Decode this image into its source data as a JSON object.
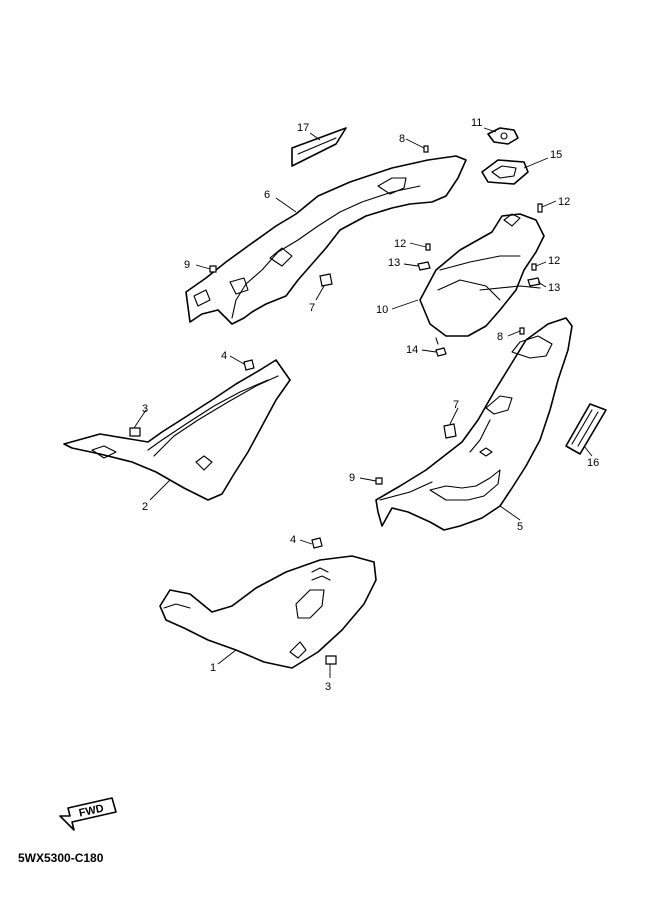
{
  "diagram_code": "5WX5300-C180",
  "fwd_label": "FWD",
  "callouts": [
    {
      "id": "c17",
      "label": "17"
    },
    {
      "id": "c8a",
      "label": "8"
    },
    {
      "id": "c11",
      "label": "11"
    },
    {
      "id": "c15",
      "label": "15"
    },
    {
      "id": "c6",
      "label": "6"
    },
    {
      "id": "c12a",
      "label": "12"
    },
    {
      "id": "c12b",
      "label": "12"
    },
    {
      "id": "c12c",
      "label": "12"
    },
    {
      "id": "c13a",
      "label": "13"
    },
    {
      "id": "c13b",
      "label": "13"
    },
    {
      "id": "c9a",
      "label": "9"
    },
    {
      "id": "c7a",
      "label": "7"
    },
    {
      "id": "c10",
      "label": "10"
    },
    {
      "id": "c8b",
      "label": "8"
    },
    {
      "id": "c14",
      "label": "14"
    },
    {
      "id": "c4a",
      "label": "4"
    },
    {
      "id": "c3a",
      "label": "3"
    },
    {
      "id": "c7b",
      "label": "7"
    },
    {
      "id": "c16",
      "label": "16"
    },
    {
      "id": "c2",
      "label": "2"
    },
    {
      "id": "c9b",
      "label": "9"
    },
    {
      "id": "c5",
      "label": "5"
    },
    {
      "id": "c4b",
      "label": "4"
    },
    {
      "id": "c1",
      "label": "1"
    },
    {
      "id": "c3b",
      "label": "3"
    }
  ]
}
